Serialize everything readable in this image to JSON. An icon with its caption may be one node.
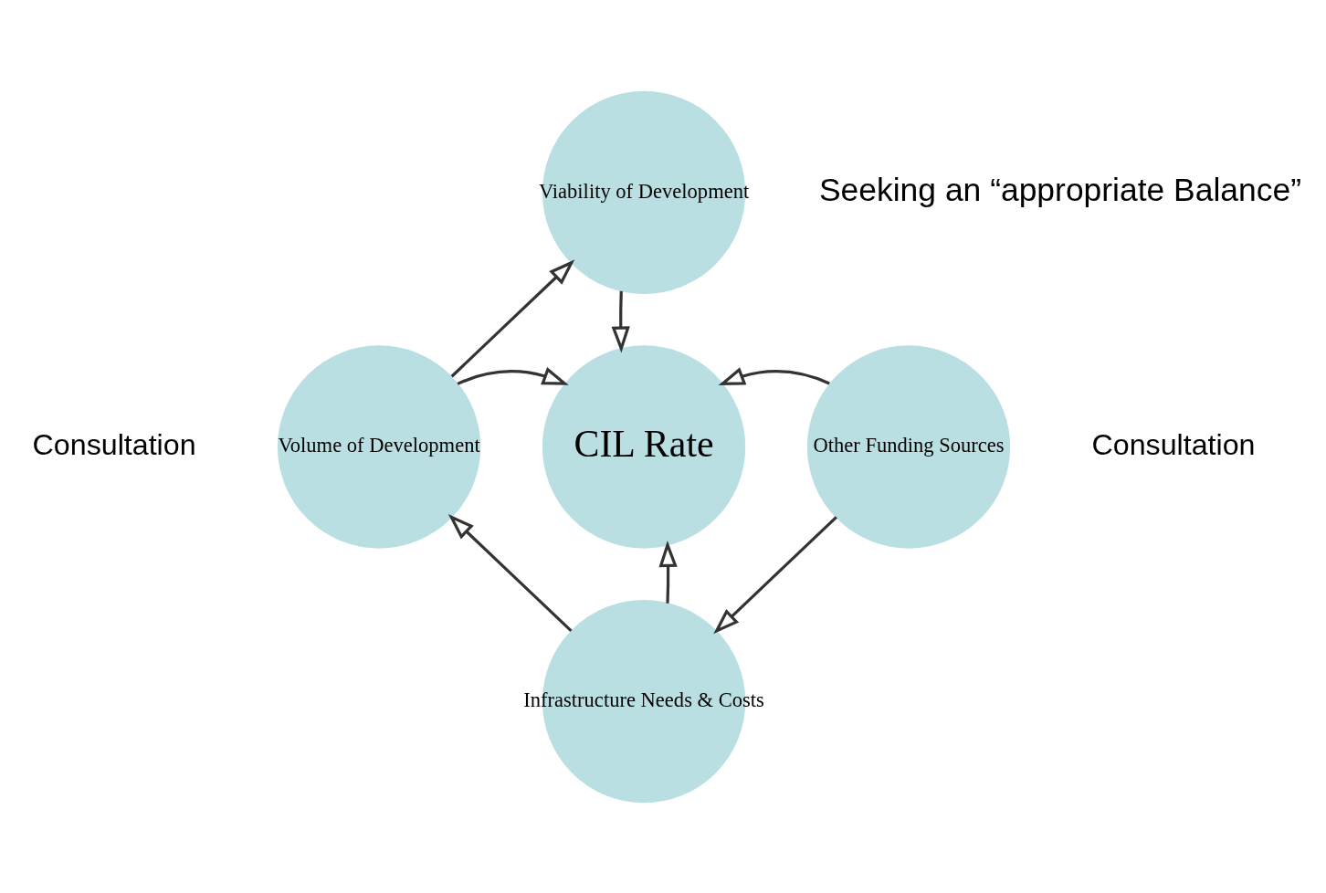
{
  "diagram": {
    "nodes": [
      {
        "text": [
          "Viability of Development"
        ]
      },
      {
        "text": [
          "CIL Rate"
        ]
      },
      {
        "text": [
          "Volume of Development"
        ]
      },
      {
        "text": [
          "Other Funding Sources"
        ]
      },
      {
        "text": [
          "Infrastructure Needs & Costs"
        ]
      }
    ],
    "edges": [
      {
        "from": 2,
        "to": 0,
        "arrow": "to"
      },
      {
        "from": 0,
        "to": 1,
        "arrow": "to"
      },
      {
        "from": 2,
        "to": 1,
        "arrow": "to"
      },
      {
        "from": 3,
        "to": 1,
        "arrow": "to"
      },
      {
        "from": 4,
        "to": 1,
        "arrow": "to"
      },
      {
        "from": 3,
        "to": 4,
        "arrow": "to"
      },
      {
        "from": 4,
        "to": 2,
        "arrow": "to"
      }
    ],
    "labels": [
      "Seeking an “appropriate Balance”",
      "Consultation",
      "Consultation"
    ]
  }
}
